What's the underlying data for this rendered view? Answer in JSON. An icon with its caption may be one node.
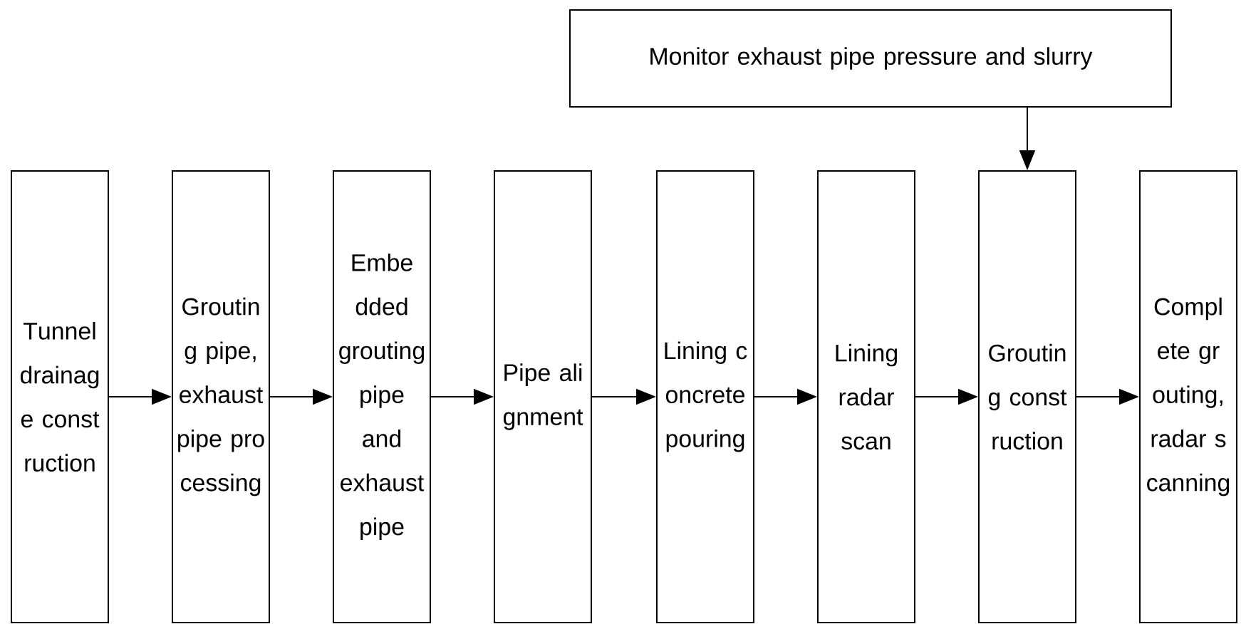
{
  "diagram": {
    "nodes": [
      {
        "text": [
          "Monitor exhaust pipe pressure and slurry"
        ]
      },
      {
        "text": [
          "Tunnel drainage construction"
        ]
      },
      {
        "text": [
          "Grouting pipe, exhaust pipe processing"
        ]
      },
      {
        "text": [
          "Embedded grouting pipe and exhaust pipe"
        ]
      },
      {
        "text": [
          "Pipe alignment"
        ]
      },
      {
        "text": [
          "Lining concrete pouring"
        ]
      },
      {
        "text": [
          "Lining radar scan"
        ]
      },
      {
        "text": [
          "Grouting construction"
        ]
      },
      {
        "text": [
          "Complete grouting, radar scanning"
        ]
      }
    ],
    "edges": [
      {
        "from": 1,
        "to": 2,
        "arrow": "to"
      },
      {
        "from": 2,
        "to": 3,
        "arrow": "to"
      },
      {
        "from": 3,
        "to": 4,
        "arrow": "to"
      },
      {
        "from": 4,
        "to": 5,
        "arrow": "to"
      },
      {
        "from": 5,
        "to": 6,
        "arrow": "to"
      },
      {
        "from": 6,
        "to": 7,
        "arrow": "to"
      },
      {
        "from": 7,
        "to": 8,
        "arrow": "to"
      },
      {
        "from": 0,
        "to": 7,
        "arrow": "to"
      }
    ]
  }
}
